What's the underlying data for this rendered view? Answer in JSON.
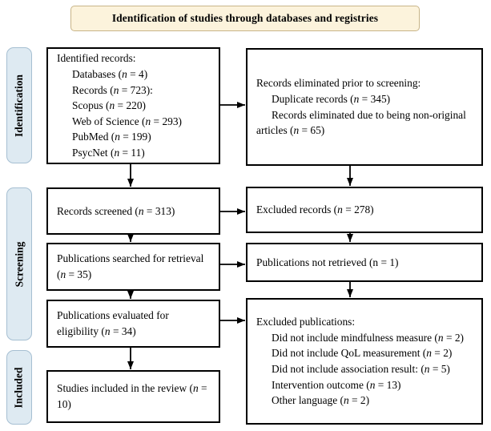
{
  "title": {
    "text": "Identification of studies through databases and registries"
  },
  "stages": [
    {
      "label": "Identification"
    },
    {
      "label": "Screening"
    },
    {
      "label": "Included"
    }
  ],
  "boxes": {
    "identified_records": {
      "lines": [
        {
          "text": "Identified records:"
        },
        {
          "text": "Databases (n = 4)",
          "indent": 1
        },
        {
          "text": "Records (n = 723):",
          "indent": 1
        },
        {
          "text": "Scopus (n = 220)",
          "indent": 1
        },
        {
          "text": "Web of Science (n = 293)",
          "indent": 1
        },
        {
          "text": "PubMed (n = 199)",
          "indent": 1
        },
        {
          "text": "PsycNet (n = 11)",
          "indent": 1
        }
      ]
    },
    "records_eliminated": {
      "lines": [
        {
          "text": "Records eliminated prior to screening:"
        },
        {
          "text": "Duplicate records (n = 345)",
          "indent": 1
        },
        {
          "text": "Records eliminated due to being non-original articles (n = 65)",
          "indent": 1
        }
      ]
    },
    "records_screened": {
      "lines": [
        {
          "text": "Records screened (n = 313)"
        }
      ]
    },
    "excluded_records": {
      "lines": [
        {
          "text": "Excluded records (n = 278)"
        }
      ]
    },
    "publications_searched": {
      "lines": [
        {
          "text": "Publications searched for retrieval (n = 35)"
        }
      ]
    },
    "publications_not_retrieved": {
      "italic_n": false,
      "lines": [
        {
          "text": "Publications not retrieved (n = 1)"
        }
      ]
    },
    "publications_evaluated": {
      "lines": [
        {
          "text": "Publications evaluated for eligibility (n = 34)"
        }
      ]
    },
    "excluded_publications": {
      "lines": [
        {
          "text": "Excluded publications:"
        },
        {
          "text": "Did not include mindfulness measure (n = 2)",
          "indent": 1
        },
        {
          "text": "Did not include QoL measurement (n = 2)",
          "indent": 1
        },
        {
          "text": "Did not include association result: (n = 5)",
          "indent": 1
        },
        {
          "text": "Intervention outcome (n = 13)",
          "indent": 1
        },
        {
          "text": "Other language (n = 2)",
          "indent": 1
        }
      ]
    },
    "studies_included": {
      "lines": [
        {
          "text": "Studies included in the review (n = 10)"
        }
      ]
    }
  },
  "colors": {
    "title_bg": "#fcf3dc",
    "title_border": "#c8b488",
    "stage_bg": "#deeaf2",
    "stage_border": "#a6bfd2",
    "box_bg": "#ffffff",
    "box_border": "#000000",
    "arrow": "#000000",
    "text": "#000000"
  }
}
